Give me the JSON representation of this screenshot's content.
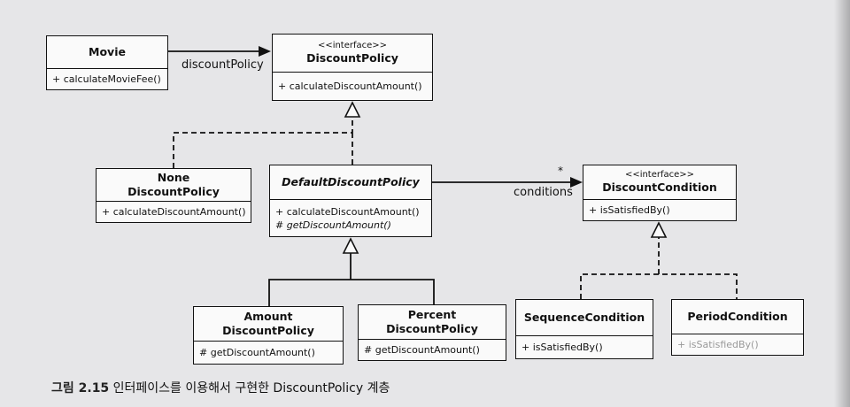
{
  "classes": {
    "movie": {
      "name": "Movie",
      "ops": [
        "+ calculateMovieFee()"
      ]
    },
    "discount_policy": {
      "stereotype": "<<interface>>",
      "name": "DiscountPolicy",
      "ops": [
        "+ calculateDiscountAmount()"
      ]
    },
    "none_discount_policy": {
      "name_line1": "None",
      "name_line2": "DiscountPolicy",
      "ops": [
        "+ calculateDiscountAmount()"
      ]
    },
    "default_discount_policy": {
      "name": "DefaultDiscountPolicy",
      "ops": [
        "+ calculateDiscountAmount()",
        "# getDiscountAmount()"
      ]
    },
    "discount_condition": {
      "stereotype": "<<interface>>",
      "name": "DiscountCondition",
      "ops": [
        "+ isSatisfiedBy()"
      ]
    },
    "amount_discount_policy": {
      "name_line1": "Amount",
      "name_line2": "DiscountPolicy",
      "ops": [
        "# getDiscountAmount()"
      ]
    },
    "percent_discount_policy": {
      "name_line1": "Percent",
      "name_line2": "DiscountPolicy",
      "ops": [
        "# getDiscountAmount()"
      ]
    },
    "sequence_condition": {
      "name": "SequenceCondition",
      "ops": [
        "+ isSatisfiedBy()"
      ]
    },
    "period_condition": {
      "name": "PeriodCondition",
      "ops": [
        "+ isSatisfiedBy()"
      ]
    }
  },
  "relations": {
    "discount_policy_label": "discountPolicy",
    "conditions_label": "conditions",
    "conditions_multiplicity": "*"
  },
  "caption": {
    "number": "그림 2.15",
    "text": "인터페이스를 이용해서 구현한 DiscountPolicy 계층"
  }
}
